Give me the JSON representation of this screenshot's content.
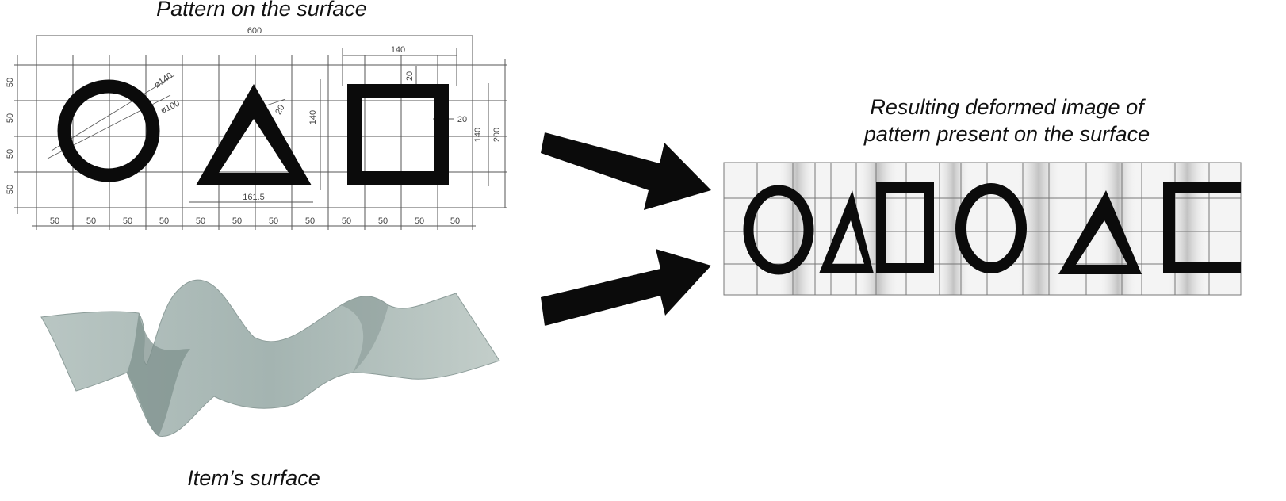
{
  "captions": {
    "pattern_title": "Pattern on the surface",
    "result_title_line1": "Resulting deformed image of",
    "result_title_line2": "pattern present on the surface",
    "surface_title": "Item’s surface"
  },
  "drawing": {
    "total_width": "600",
    "square_side": "140",
    "square_border": "20",
    "square_height": "140",
    "overall_height": "200",
    "triangle_height": "140",
    "triangle_border": "20",
    "triangle_base": "161.5",
    "circle_outer": "ø140",
    "circle_inner": "ø100",
    "bottom_spacing": "50",
    "left_spacing": "50"
  },
  "colors": {
    "surface": "#a9b8b5",
    "ink": "#0b0b0b",
    "grid": "#555555"
  }
}
